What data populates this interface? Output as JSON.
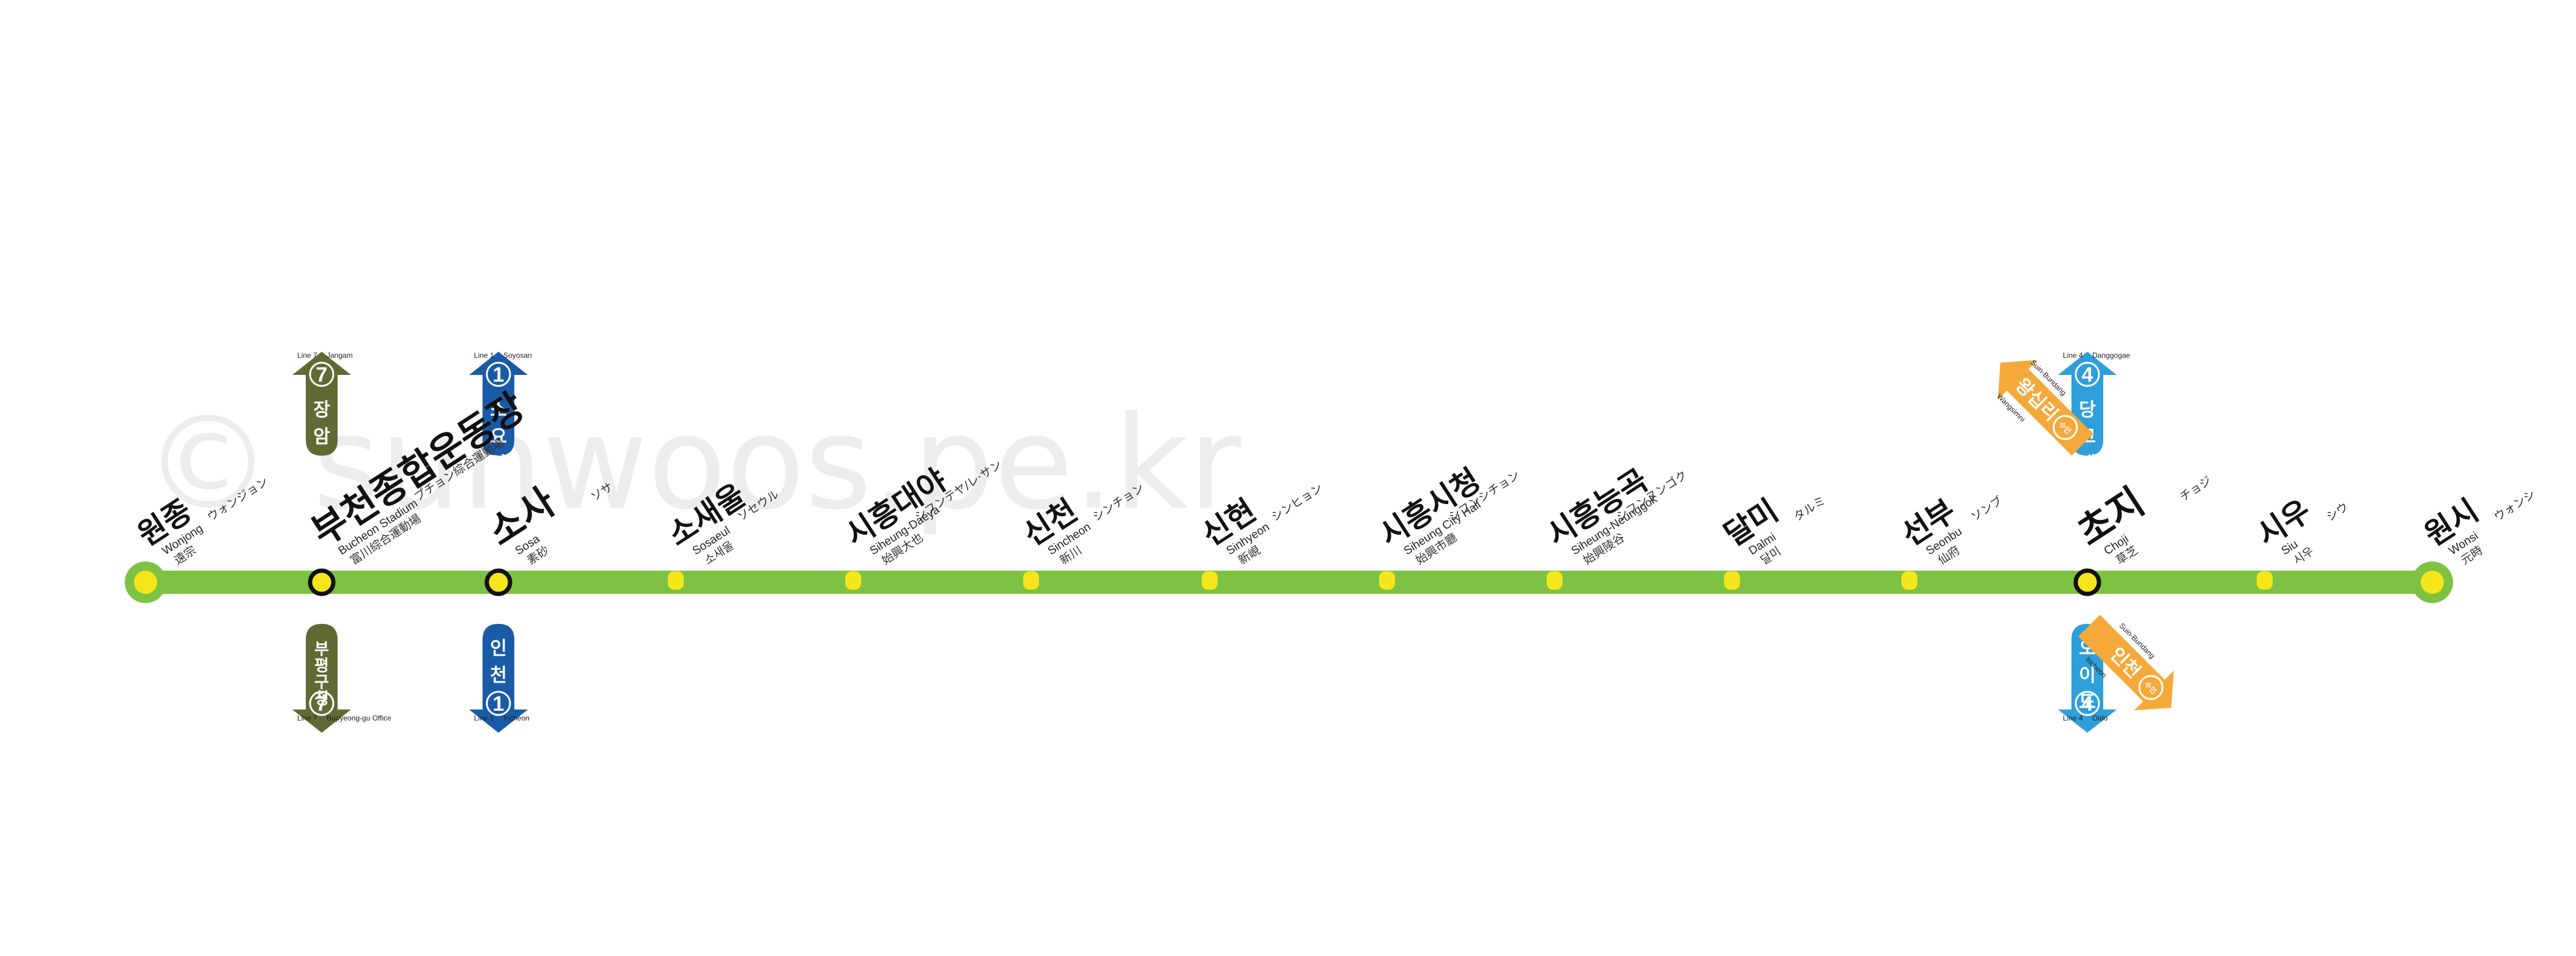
{
  "watermark": "© sunwoos.pe.kr",
  "colors": {
    "line": "#7dc243",
    "station_dot": "#f5e61b",
    "transfer_ring": "#111111",
    "line1": "#1a5ba7",
    "line4": "#2e9fdb",
    "line7": "#5f6a35",
    "suin": "#f5a93a"
  },
  "stations": [
    {
      "ko": "원종",
      "en": "Wonjong",
      "cjk": "遠宗",
      "kana": "ウォンジョン",
      "type": "terminal"
    },
    {
      "ko": "부천종합운동장",
      "en": "Bucheon Stadium",
      "cjk": "富川綜合運動場",
      "kana": "プチョン綜合運動場",
      "type": "transfer",
      "big": true
    },
    {
      "ko": "소사",
      "en": "Sosa",
      "cjk": "素砂",
      "kana": "ソサ",
      "type": "transfer",
      "big": true
    },
    {
      "ko": "소새울",
      "en": "Sosaeul",
      "cjk": "소새울",
      "kana": "ソセウル",
      "type": "normal"
    },
    {
      "ko": "시흥대야",
      "en": "Siheung-Daeya",
      "cjk": "始興大也",
      "kana": "シフンテヤ/レ·サン",
      "type": "normal"
    },
    {
      "ko": "신천",
      "en": "Sincheon",
      "cjk": "新川",
      "kana": "シンチョン",
      "type": "normal"
    },
    {
      "ko": "신현",
      "en": "Sinhyeon",
      "cjk": "新峴",
      "kana": "シンヒョン",
      "type": "normal"
    },
    {
      "ko": "시흥시청",
      "en": "Siheung City Hall",
      "cjk": "始興市廳",
      "kana": "シフンシチョン",
      "type": "normal"
    },
    {
      "ko": "시흥능곡",
      "en": "Siheung-Neunggok",
      "cjk": "始興陵谷",
      "kana": "シフンヌンゴク",
      "type": "normal"
    },
    {
      "ko": "달미",
      "en": "Dalmi",
      "cjk": "달미",
      "kana": "タルミ",
      "type": "normal"
    },
    {
      "ko": "선부",
      "en": "Seonbu",
      "cjk": "仙府",
      "kana": "ソンブ",
      "type": "normal"
    },
    {
      "ko": "초지",
      "en": "Choji",
      "cjk": "草芝",
      "kana": "チョジ",
      "type": "transfer",
      "big": true
    },
    {
      "ko": "시우",
      "en": "Siu",
      "cjk": "시우",
      "kana": "シウ",
      "type": "normal"
    },
    {
      "ko": "원시",
      "en": "Wonsi",
      "cjk": "元時",
      "kana": "ウォンシ",
      "type": "terminal"
    }
  ],
  "transfers": [
    {
      "station": 1,
      "dir": "up",
      "line": "7",
      "ko": "장암",
      "color": "line7",
      "small_a": "Line 7",
      "small_b": "Jangam"
    },
    {
      "station": 1,
      "dir": "down",
      "line": "7",
      "ko": "부평구청",
      "color": "line7",
      "small_a": "Line 7",
      "small_b": "Bupyeong-gu Office"
    },
    {
      "station": 2,
      "dir": "up",
      "line": "1",
      "ko": "소요산",
      "color": "line1",
      "small_a": "Line 1",
      "small_b": "Soyosan"
    },
    {
      "station": 2,
      "dir": "down",
      "line": "1",
      "ko": "인천",
      "color": "line1",
      "small_a": "Line 1",
      "small_b": "Incheon"
    },
    {
      "station": 11,
      "dir": "up",
      "line": "4",
      "ko": "당고개",
      "color": "line4",
      "small_a": "Line 4",
      "small_b": "Danggogae"
    },
    {
      "station": 11,
      "dir": "down",
      "line": "4",
      "ko": "오이도",
      "color": "line4",
      "small_a": "Line 4",
      "small_b": "Oido"
    },
    {
      "station": 11,
      "dir": "upleft",
      "line": "수인",
      "ko": "왕십리",
      "color": "suin",
      "small_a": "Suin-Bundang",
      "small_b": "Wangsimni"
    },
    {
      "station": 11,
      "dir": "downright",
      "line": "수인",
      "ko": "인천",
      "color": "suin",
      "small_a": "Suin-Bundang",
      "small_b": "Incheon"
    }
  ]
}
